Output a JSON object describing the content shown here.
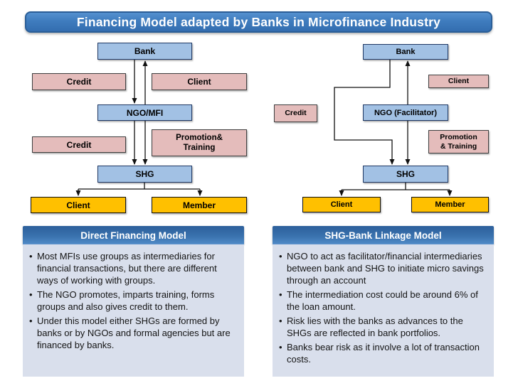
{
  "title": "Financing Model adapted by Banks in Microfinance Industry",
  "left_diagram": {
    "bank": "Bank",
    "credit_top": "Credit",
    "client_top": "Client",
    "ngo": "NGO/MFI",
    "credit_mid": "Credit",
    "promotion_line1": "Promotion&",
    "promotion_line2": "Training",
    "shg": "SHG",
    "client_bottom": "Client",
    "member": "Member"
  },
  "right_diagram": {
    "bank": "Bank",
    "client_top": "Client",
    "credit": "Credit",
    "ngo": "NGO (Facilitator)",
    "promotion_line1": "Promotion",
    "promotion_line2": "& Training",
    "shg": "SHG",
    "client_bottom": "Client",
    "member": "Member"
  },
  "panels": {
    "left": {
      "title": "Direct Financing Model",
      "bullets": [
        "Most MFIs use groups as intermediaries for financial transactions, but there are different ways of working with groups.",
        "The NGO promotes, imparts training, forms groups and also gives credit to them.",
        "Under this model either SHGs are formed by banks or by NGOs and formal agencies but are financed by banks."
      ]
    },
    "right": {
      "title": "SHG-Bank Linkage Model",
      "bullets": [
        "NGO to act as facilitator/financial intermediaries between bank and  SHG to initiate micro savings through an account",
        "The intermediation cost could be around 6% of the loan amount.",
        "Risk lies with the banks as advances to the SHGs are reflected in bank portfolios.",
        "Banks bear risk as it involve a lot of transaction costs."
      ]
    }
  },
  "colors": {
    "title_bar_blue": "#3f7cbe",
    "node_blue": "#a2c1e4",
    "node_pink": "#e4bcbb",
    "node_yellow": "#ffc000",
    "panel_header_blue": "#3a72ae",
    "panel_body": "#d9dfec"
  }
}
